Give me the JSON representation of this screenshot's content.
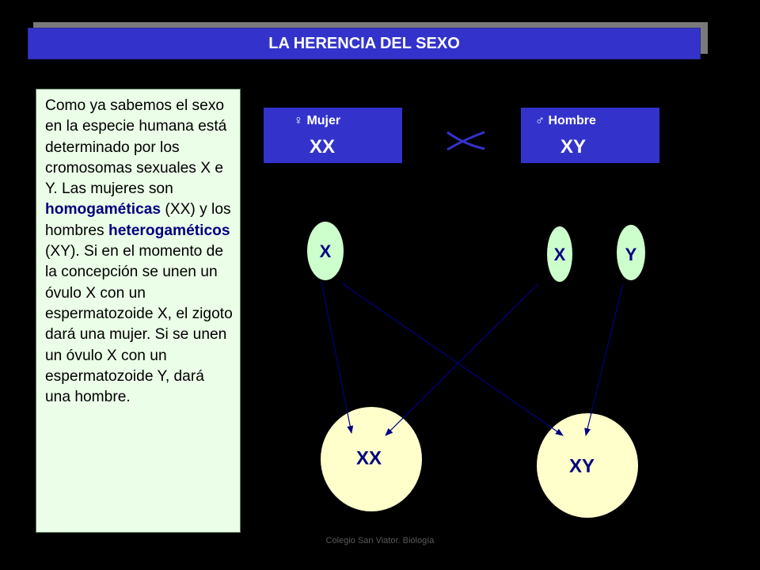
{
  "title": "LA HERENCIA DEL SEXO",
  "text_paragraph": {
    "part1": "Como ya sabemos el sexo en la especie humana está determinado por los cromosomas sexuales X e Y. Las mujeres son ",
    "bold1": "homogaméticas",
    "part2": " (XX) y los hombres ",
    "bold2": "heterogaméticos",
    "part3": " (XY). Si  en el momento de la concepción se unen un óvulo X con un espermatozoide X, el zigoto dará una mujer. Si se unen un óvulo X con un espermatozoide Y, dará una hombre."
  },
  "parents": {
    "female": {
      "label": "♀ Mujer",
      "genotype": "XX"
    },
    "male": {
      "label": "♂ Hombre",
      "genotype": "XY"
    }
  },
  "gametes": {
    "female_x": "X",
    "male_x": "X",
    "male_y": "Y"
  },
  "zygotes": {
    "xx": "XX",
    "xy": "XY"
  },
  "footer": "Colegio San Viator. Biología",
  "colors": {
    "background": "#000000",
    "title_bar": "#3333cc",
    "parent_box": "#3333cc",
    "text_box_bg": "#ebffe8",
    "gamete_fill": "#ccffcc",
    "zygote_fill": "#ffffcc",
    "arrow": "#000080",
    "cross": "#3333cc"
  }
}
